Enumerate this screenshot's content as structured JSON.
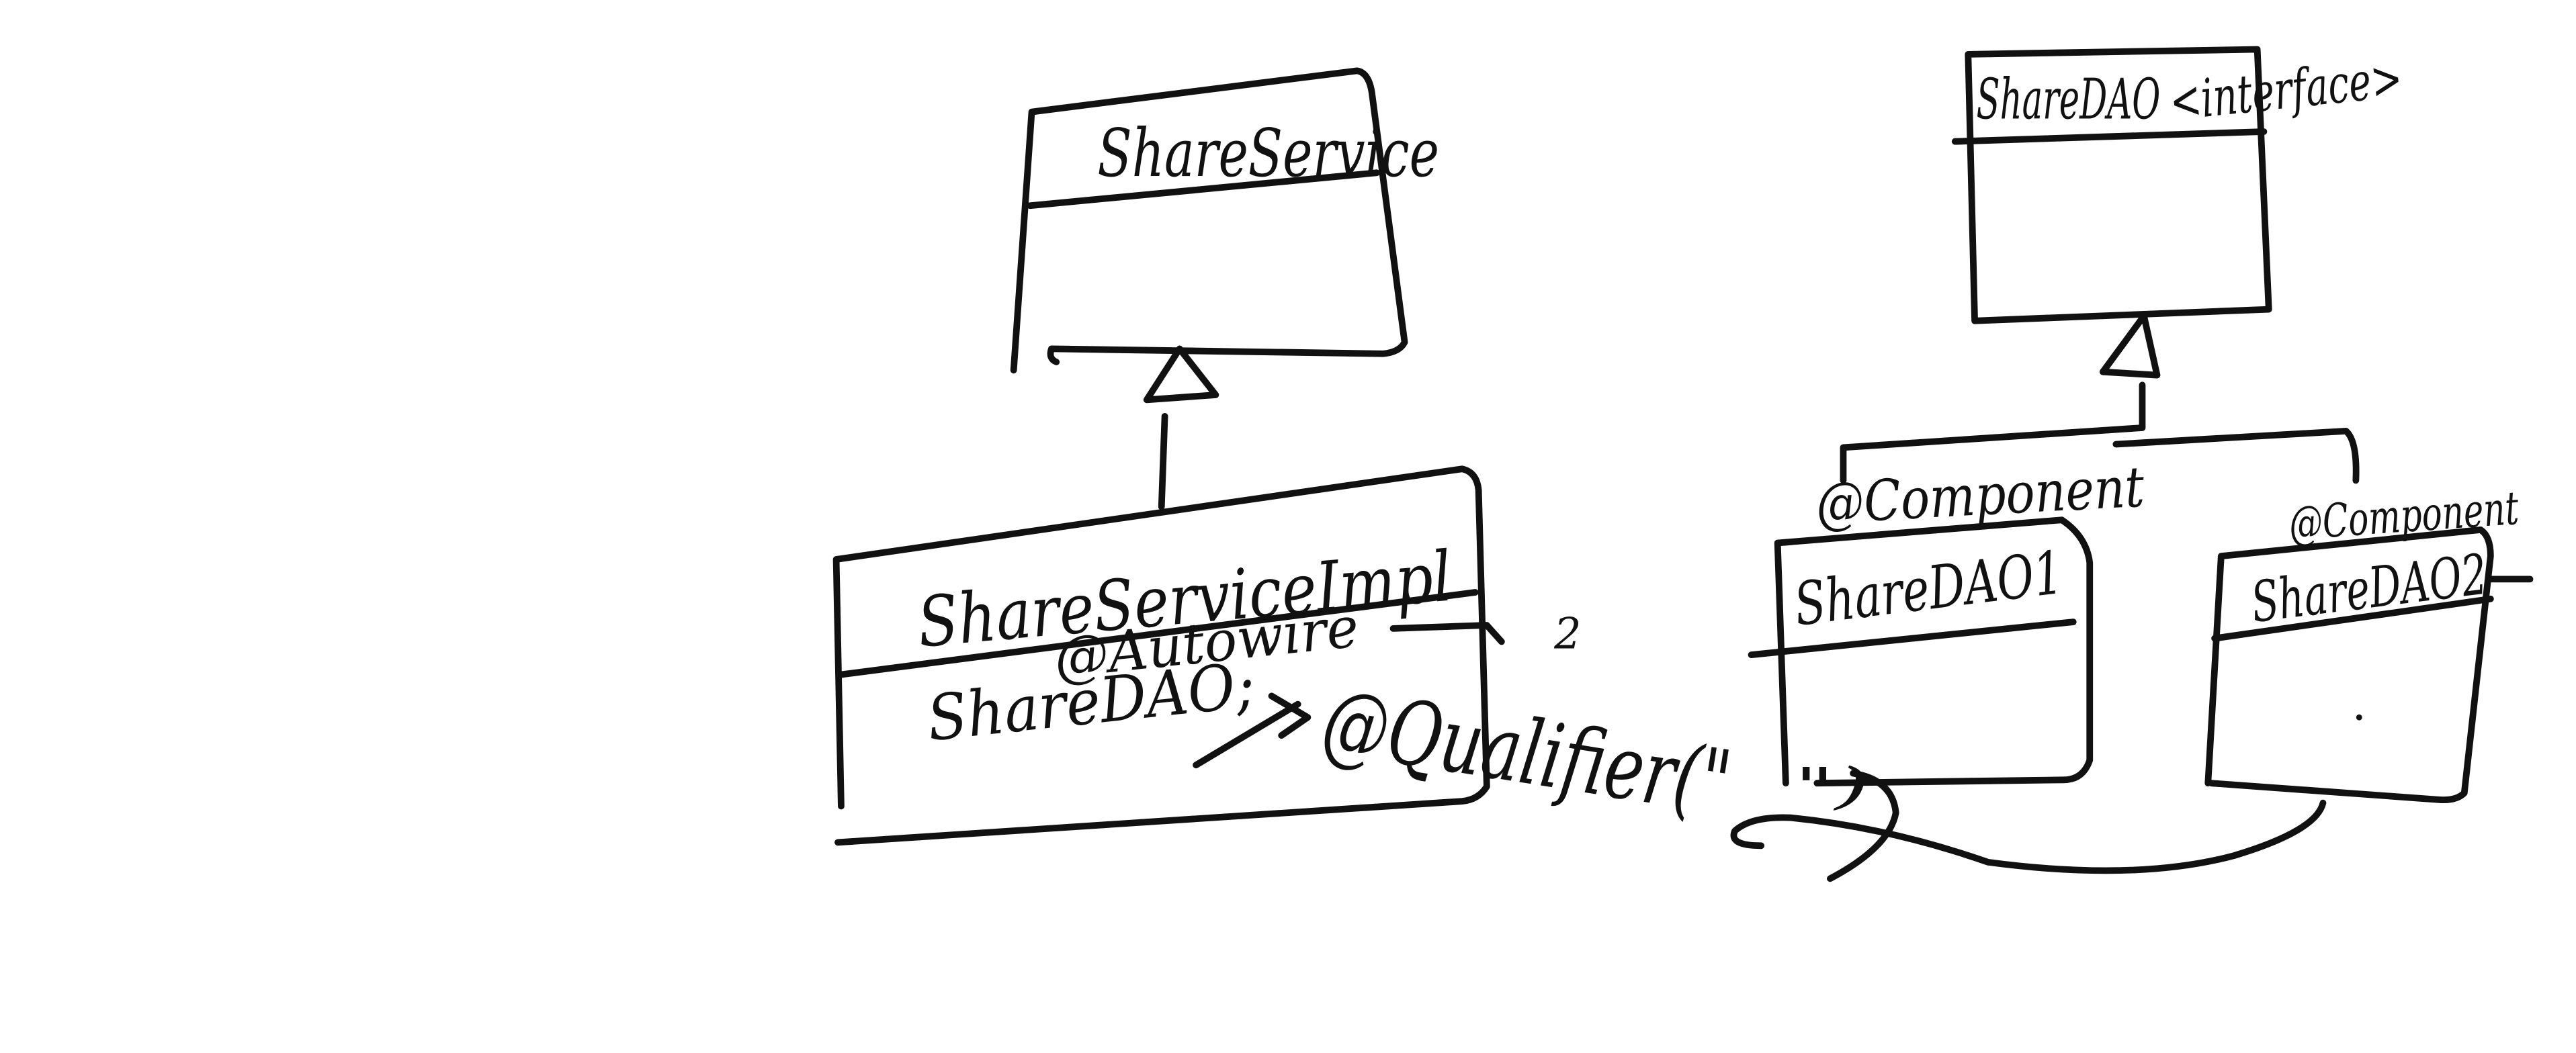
{
  "diagram": {
    "ink_color": "#111111",
    "background": "#ffffff",
    "boxes": {
      "share_service": {
        "name": "ShareService"
      },
      "share_dao": {
        "name": "ShareDAO",
        "stereotype": "<interface>"
      },
      "share_service_impl": {
        "name": "ShareServiceImpl",
        "annotation": "@Autowire",
        "field": "ShareDAO;",
        "qualifier": "@Qualifier(\"",
        "qualifier_close": "\")",
        "mark": "2"
      },
      "share_dao1": {
        "name": "ShareDAO1",
        "annotation": "@Component"
      },
      "share_dao2": {
        "name": "ShareDAO2",
        "annotation": "@Component"
      }
    }
  }
}
